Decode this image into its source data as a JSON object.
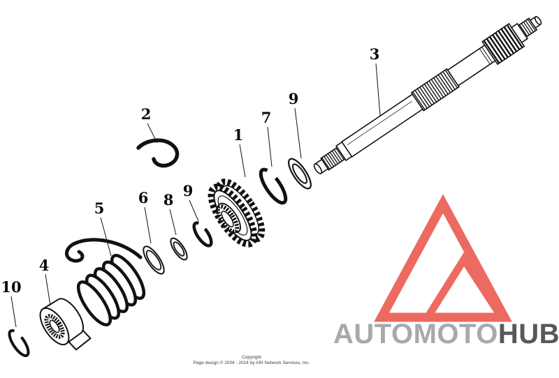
{
  "diagram": {
    "description": "Exploded parts diagram of a kick starter spindle / shaft assembly with numbered callouts",
    "callouts": [
      "1",
      "2",
      "3",
      "4",
      "5",
      "6",
      "7",
      "8",
      "9",
      "9",
      "10"
    ]
  },
  "watermark": {
    "brand_primary": "AUTOMOTO",
    "brand_secondary": "HUB",
    "colors": {
      "logo": "#ec6a60",
      "text_primary": "#a7a9ac",
      "text_secondary": "#56585b"
    }
  },
  "footer": {
    "line1": "Copyright",
    "line2": "Page design © 2004 - 2014 by ARI Network Services, Inc."
  }
}
